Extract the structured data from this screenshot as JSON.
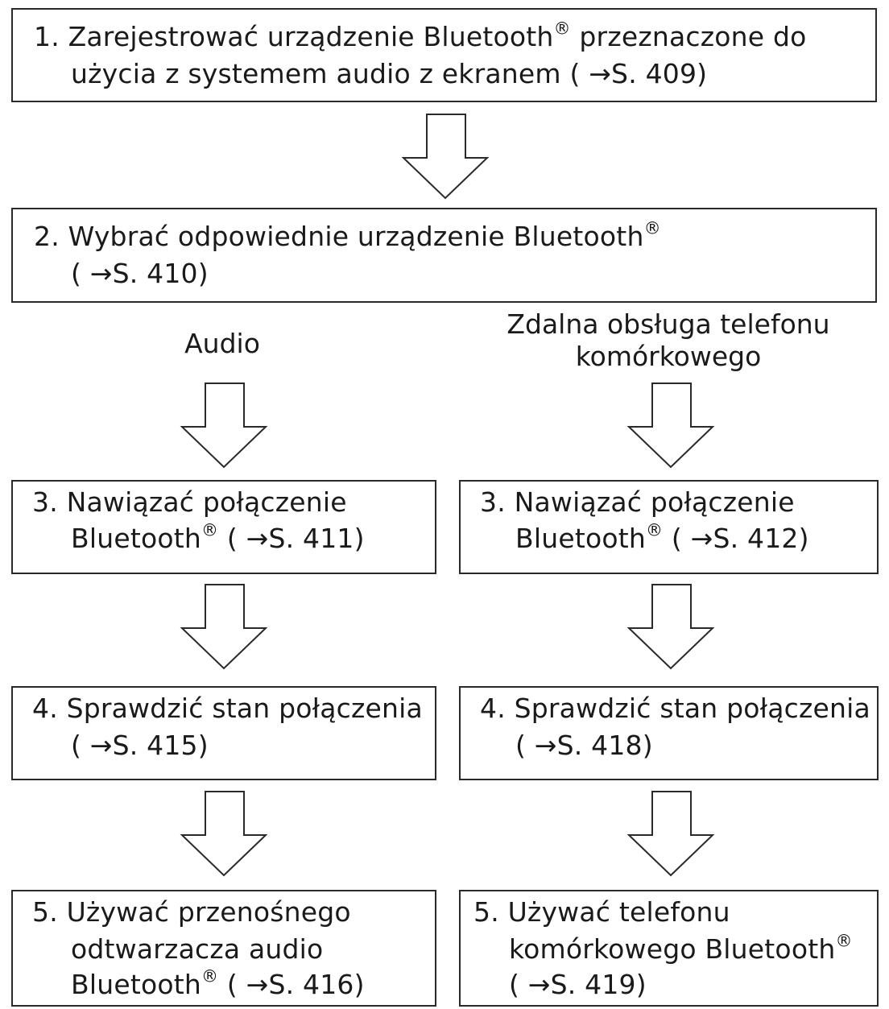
{
  "steps": {
    "step1": {
      "line1": "1. Zarejestrować urządzenie Bluetooth",
      "line1_suffix": " przeznaczone do",
      "line2": "użycia z systemem audio z ekranem ( →S. 409)"
    },
    "step2": {
      "line1": "2. Wybrać odpowiednie urządzenie Bluetooth",
      "line2": "( →S. 410)"
    },
    "audio": {
      "branch_label": "Audio",
      "step3": {
        "line1": "3. Nawiązać połączenie",
        "line2_a": "Bluetooth",
        "line2_b": " ( →S. 411)"
      },
      "step4": {
        "line1": "4. Sprawdzić stan połączenia",
        "line2": "( →S. 415)"
      },
      "step5": {
        "line1": "5. Używać przenośnego",
        "line2": "odtwarzacza audio",
        "line3_a": "Bluetooth",
        "line3_b": " ( →S. 416)"
      }
    },
    "phone": {
      "branch_label_line1": "Zdalna obsługa telefonu",
      "branch_label_line2": "komórkowego",
      "step3": {
        "line1": "3. Nawiązać połączenie",
        "line2_a": "Bluetooth",
        "line2_b": " ( →S. 412)"
      },
      "step4": {
        "line1": "4. Sprawdzić stan połączenia",
        "line2": "( →S. 418)"
      },
      "step5": {
        "line1": "5. Używać telefonu",
        "line2_a": "komórkowego Bluetooth",
        "line3": "( →S. 419)"
      }
    }
  },
  "registered_mark": "®"
}
